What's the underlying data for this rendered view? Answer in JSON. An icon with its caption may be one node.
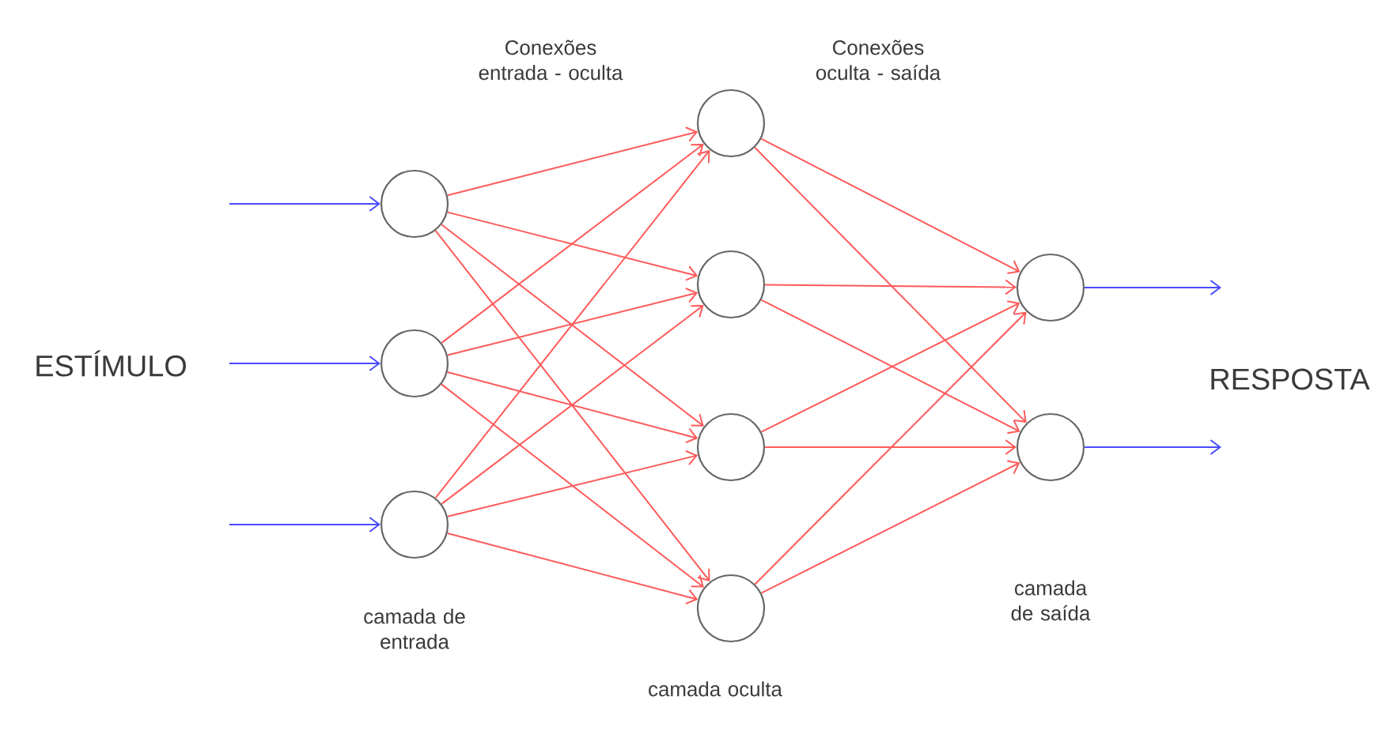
{
  "diagram": {
    "nodes": [
      {
        "text": [],
        "shape": "circle"
      },
      {
        "text": [],
        "shape": "circle"
      },
      {
        "text": [],
        "shape": "circle"
      },
      {
        "text": [],
        "shape": "circle"
      },
      {
        "text": [],
        "shape": "circle"
      },
      {
        "text": [],
        "shape": "circle"
      },
      {
        "text": [],
        "shape": "circle"
      },
      {
        "text": [],
        "shape": "circle"
      },
      {
        "text": [],
        "shape": "circle"
      }
    ],
    "edges": [
      {
        "from": null,
        "to": 0,
        "arrow": "to",
        "color": "#4a4aff"
      },
      {
        "from": null,
        "to": 1,
        "arrow": "to",
        "color": "#4a4aff"
      },
      {
        "from": null,
        "to": 2,
        "arrow": "to",
        "color": "#4a4aff"
      },
      {
        "from": 0,
        "to": 3,
        "arrow": "to"
      },
      {
        "from": 0,
        "to": 4,
        "arrow": "to"
      },
      {
        "from": 0,
        "to": 5,
        "arrow": "to"
      },
      {
        "from": 0,
        "to": 6,
        "arrow": "to"
      },
      {
        "from": 1,
        "to": 3,
        "arrow": "to"
      },
      {
        "from": 1,
        "to": 4,
        "arrow": "to"
      },
      {
        "from": 1,
        "to": 5,
        "arrow": "to"
      },
      {
        "from": 1,
        "to": 6,
        "arrow": "to"
      },
      {
        "from": 2,
        "to": 3,
        "arrow": "to"
      },
      {
        "from": 2,
        "to": 4,
        "arrow": "to"
      },
      {
        "from": 2,
        "to": 5,
        "arrow": "to"
      },
      {
        "from": 2,
        "to": 6,
        "arrow": "to"
      },
      {
        "from": 3,
        "to": 7,
        "arrow": "to"
      },
      {
        "from": 3,
        "to": 8,
        "arrow": "to"
      },
      {
        "from": 4,
        "to": 7,
        "arrow": "to"
      },
      {
        "from": 4,
        "to": 8,
        "arrow": "to"
      },
      {
        "from": 5,
        "to": 7,
        "arrow": "to"
      },
      {
        "from": 5,
        "to": 8,
        "arrow": "to"
      },
      {
        "from": 6,
        "to": 7,
        "arrow": "to"
      },
      {
        "from": 6,
        "to": 8,
        "arrow": "to"
      },
      {
        "from": 7,
        "to": null,
        "arrow": "to",
        "color": "#4a4aff"
      },
      {
        "from": 8,
        "to": null,
        "arrow": "to",
        "color": "#4a4aff"
      }
    ],
    "labels": [
      "Conexões entrada - oculta",
      "Conexões oculta - saída",
      "ESTÍMULO",
      "RESPOSTA",
      "camada de entrada",
      "camada oculta",
      "camada de saída"
    ]
  }
}
